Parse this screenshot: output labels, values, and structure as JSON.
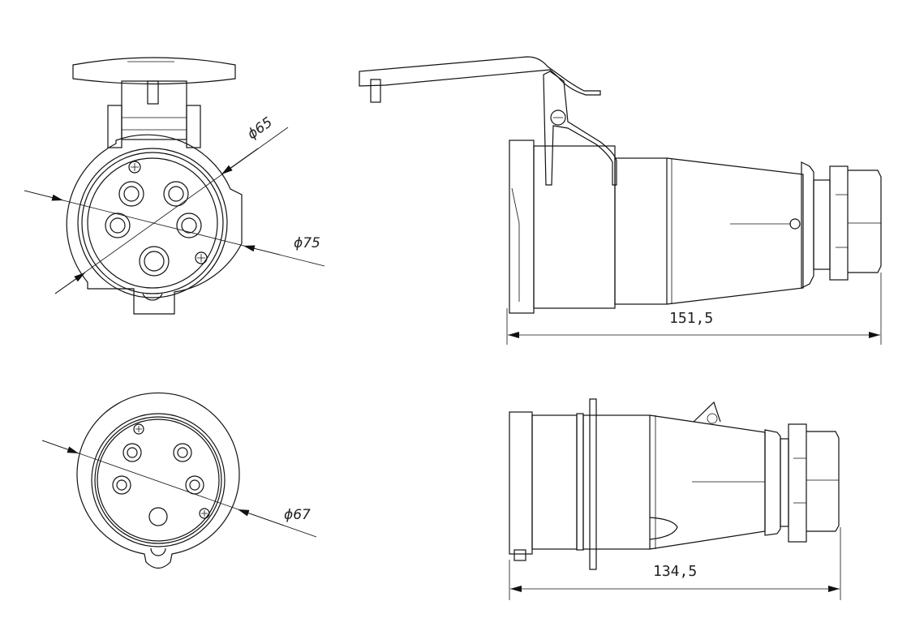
{
  "views": {
    "socket_front": {
      "dim_inner": "ϕ65",
      "dim_outer": "ϕ75"
    },
    "socket_side": {
      "dim_length": "151,5"
    },
    "plug_front": {
      "dim_outer": "ϕ67"
    },
    "plug_side": {
      "dim_length": "134,5"
    }
  }
}
